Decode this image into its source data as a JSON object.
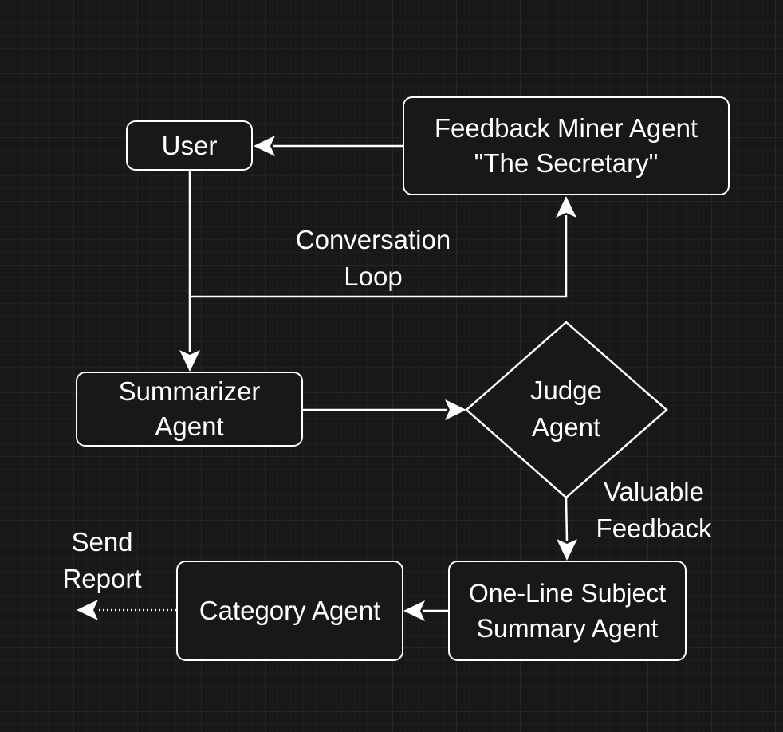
{
  "nodes": {
    "user": {
      "lines": [
        "User"
      ]
    },
    "feedback_miner": {
      "lines": [
        "Feedback Miner Agent",
        "\"The Secretary\""
      ]
    },
    "summarizer": {
      "lines": [
        "Summarizer",
        "Agent"
      ]
    },
    "judge": {
      "lines": [
        "Judge",
        "Agent"
      ]
    },
    "subject_summary": {
      "lines": [
        "One-Line Subject",
        "Summary Agent"
      ]
    },
    "category": {
      "lines": [
        "Category Agent"
      ]
    }
  },
  "edge_labels": {
    "conversation_loop": {
      "lines": [
        "Conversation",
        "Loop"
      ]
    },
    "valuable_feedback": {
      "lines": [
        "Valuable",
        "Feedback"
      ]
    },
    "send_report": {
      "lines": [
        "Send",
        "Report"
      ]
    }
  },
  "colors": {
    "background": "#181818",
    "stroke": "#ffffff",
    "text": "#ffffff"
  }
}
